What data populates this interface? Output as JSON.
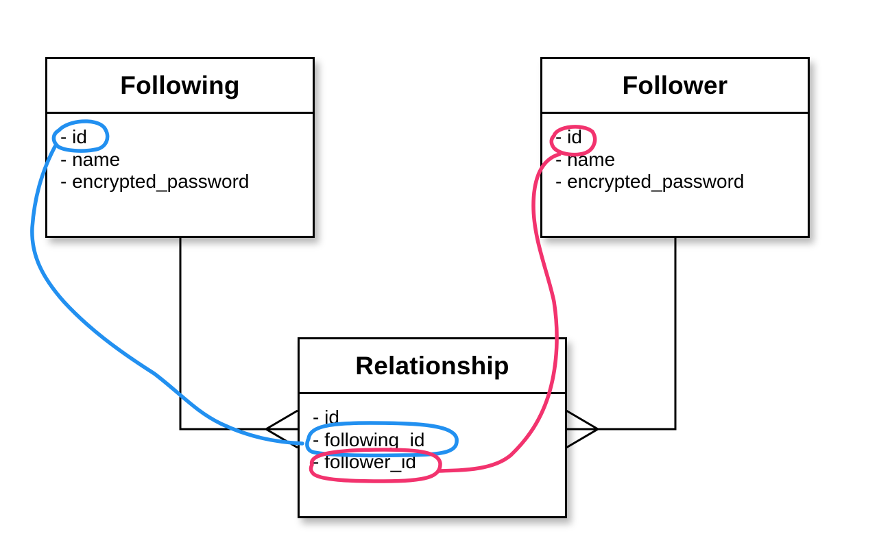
{
  "entities": {
    "following": {
      "title": "Following",
      "attributes": [
        "- id",
        "- name",
        "- encrypted_password"
      ]
    },
    "follower": {
      "title": "Follower",
      "attributes": [
        "- id",
        "- name",
        "- encrypted_password"
      ]
    },
    "relationship": {
      "title": "Relationship",
      "attributes": [
        "- id",
        "- following_id",
        "- follower_id"
      ]
    }
  },
  "colors": {
    "following_annotation": "#2290F0",
    "follower_annotation": "#F2336E",
    "line": "#000000"
  }
}
